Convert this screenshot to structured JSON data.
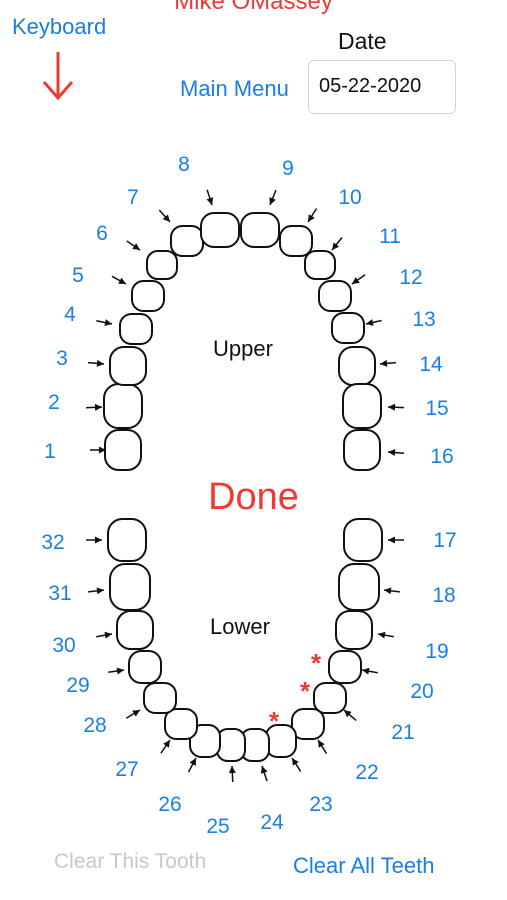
{
  "header": {
    "patient_name": "Mike OMassey",
    "keyboard_label": "Keyboard",
    "date_label": "Date",
    "main_menu_label": "Main Menu",
    "date_value": "05-22-2020"
  },
  "chart": {
    "upper_label": "Upper",
    "lower_label": "Lower",
    "teeth": [
      "1",
      "2",
      "3",
      "4",
      "5",
      "6",
      "7",
      "8",
      "9",
      "10",
      "11",
      "12",
      "13",
      "14",
      "15",
      "16",
      "17",
      "18",
      "19",
      "20",
      "21",
      "22",
      "23",
      "24",
      "25",
      "26",
      "27",
      "28",
      "29",
      "30",
      "31",
      "32"
    ],
    "marked_teeth": [
      "20",
      "21",
      "22"
    ],
    "marker_symbol": "*"
  },
  "actions": {
    "done_label": "Done",
    "clear_tooth_label": "Clear This Tooth",
    "clear_all_label": "Clear All Teeth"
  },
  "colors": {
    "accent": "#1a7ee6",
    "alert": "#ee3a33",
    "disabled": "#c8c8c8"
  }
}
